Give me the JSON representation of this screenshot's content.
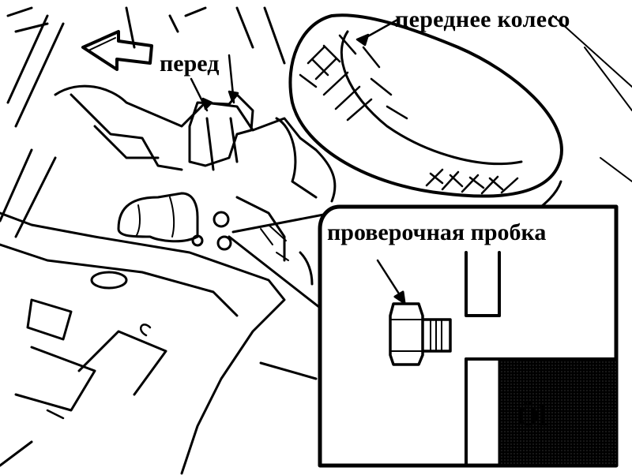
{
  "diagram": {
    "labels": {
      "front_wheel": "переднее колесо",
      "front": "перед",
      "check_plug": "проверочная пробка",
      "oil": "Öl"
    }
  }
}
